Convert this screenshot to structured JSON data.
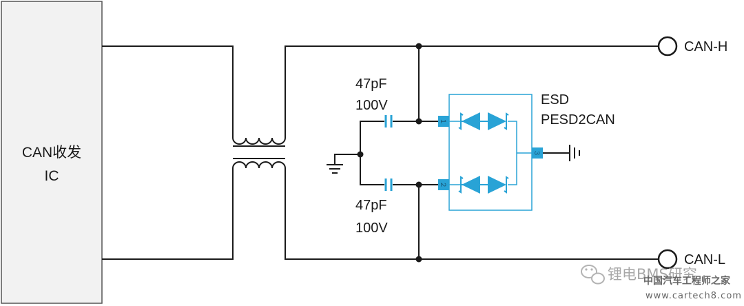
{
  "ic": {
    "line1": "CAN收发",
    "line2": "IC"
  },
  "capacitor_top": {
    "value": "47pF",
    "voltage": "100V"
  },
  "capacitor_bottom": {
    "value": "47pF",
    "voltage": "100V"
  },
  "esd": {
    "label": "ESD",
    "part": "PESD2CAN",
    "pin1": "1",
    "pin2": "2",
    "pin3": "3"
  },
  "terminals": {
    "high": "CAN-H",
    "low": "CAN-L"
  },
  "watermark": {
    "wechat": "锂电BMS研究",
    "site_name": "中国汽车工程师之家",
    "url": "www.cartech8.com"
  },
  "colors": {
    "wire": "#1a1a1a",
    "esd_accent": "#29a3d6",
    "pin_fill": "#29a3d6"
  }
}
